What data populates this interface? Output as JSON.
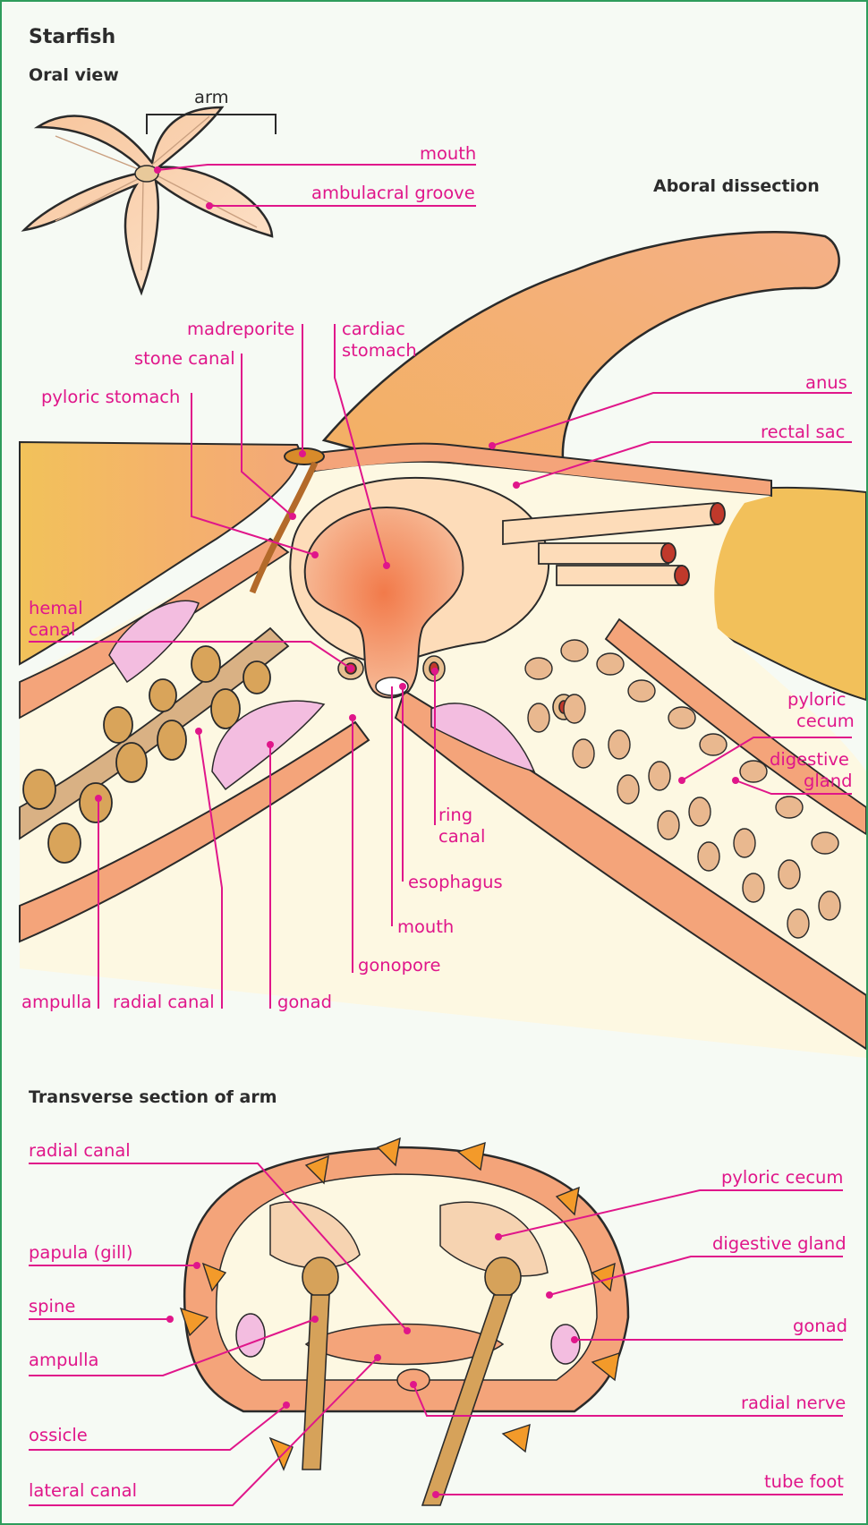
{
  "title": "Starfish",
  "oral_view": {
    "heading": "Oral view",
    "arm_label": "arm",
    "labels": {
      "mouth": "mouth",
      "ambulacral_groove": "ambulacral groove"
    }
  },
  "aboral_dissection": {
    "heading": "Aboral dissection",
    "labels": {
      "madreporite": "madreporite",
      "cardiac_stomach_1": "cardiac",
      "cardiac_stomach_2": "stomach",
      "stone_canal": "stone canal",
      "pyloric_stomach": "pyloric stomach",
      "anus": "anus",
      "rectal_sac": "rectal sac",
      "hemal_canal_1": "hemal",
      "hemal_canal_2": "canal",
      "pyloric_cecum_1": "pyloric",
      "pyloric_cecum_2": "cecum",
      "digestive_gland_1": "digestive",
      "digestive_gland_2": "gland",
      "ring_canal_1": "ring",
      "ring_canal_2": "canal",
      "esophagus": "esophagus",
      "mouth": "mouth",
      "gonopore": "gonopore",
      "ampulla": "ampulla",
      "radial_canal": "radial canal",
      "gonad": "gonad"
    }
  },
  "transverse_section": {
    "heading": "Transverse section of arm",
    "labels": {
      "radial_canal": "radial canal",
      "papula": "papula (gill)",
      "spine": "spine",
      "ampulla": "ampulla",
      "ossicle": "ossicle",
      "lateral_canal": "lateral canal",
      "pyloric_cecum": "pyloric cecum",
      "digestive_gland": "digestive gland",
      "gonad": "gonad",
      "radial_nerve": "radial nerve",
      "tube_foot": "tube foot"
    }
  },
  "colors": {
    "label": "#e0168a",
    "border": "#2f9c5c",
    "skin_orange": "#f2b06a",
    "stomach": "#f4a07a",
    "gonad_pink": "#f3bde0",
    "ossicle_orange": "#f39a2a",
    "ampulla_tan": "#d6a25a"
  }
}
